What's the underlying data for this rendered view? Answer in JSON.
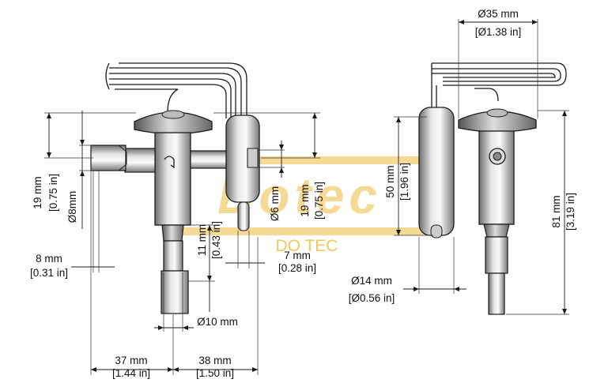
{
  "dimensions": {
    "top_diameter": "Ø35 mm",
    "top_diameter_in": "[Ø1.38 in]",
    "left_height": "19 mm",
    "left_height_in": "[0.75 in]",
    "inlet_diameter": "Ø8mm",
    "left_offset": "8 mm",
    "left_offset_in": "[0.31 in]",
    "bulb_diameter": "Ø6 mm",
    "right_height": "19 mm",
    "right_height_in": "[0.75 in]",
    "port_height": "11 mm",
    "port_height_in": "[0.43 in]",
    "offset_7": "7 mm",
    "offset_7_in": "[0.28 in]",
    "outlet_diameter": "Ø10 mm",
    "width_left": "37 mm",
    "width_left_in": "[1.44 in]",
    "width_right": "38 mm",
    "width_right_in": "[1.50 in]",
    "bulb_length": "50 mm",
    "bulb_length_in": "[1.96 in]",
    "bulb_width": "Ø14 mm",
    "bulb_width_in": "[Ø0.56 in]",
    "total_height": "81 mm",
    "total_height_in": "[3.19 in]"
  },
  "watermark": {
    "logo_text": "Dotec",
    "caption": "DO TEC",
    "color": "#f2d27a"
  }
}
